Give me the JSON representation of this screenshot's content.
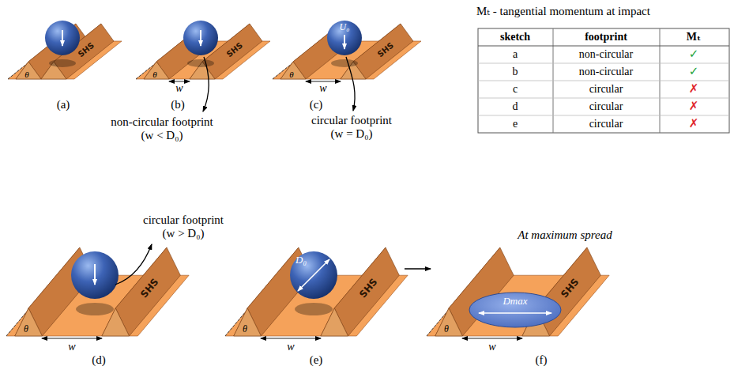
{
  "diagram": {
    "labels": [
      "(a)",
      "SHS",
      "θ",
      "(b)",
      "SHS",
      "θ",
      "w",
      "(c)",
      "SHS",
      "θ",
      "w",
      "U₀",
      "non-circular footprint (w < D₀)",
      "circular footprint (w = D₀)",
      "Mₜ - tangential momentum at impact",
      "sketch",
      "footprint",
      "Mₜ",
      "a",
      "non-circular",
      "✓",
      "b",
      "non-circular",
      "✓",
      "c",
      "circular",
      "✗",
      "d",
      "circular",
      "✗",
      "e",
      "circular",
      "✗",
      "(d)",
      "SHS",
      "θ",
      "w",
      "circular footprint (w > D₀)",
      "(e)",
      "SHS",
      "θ",
      "w",
      "D₀",
      "(f)",
      "SHS",
      "θ",
      "w",
      "Dmax",
      "At maximum spread"
    ]
  }
}
